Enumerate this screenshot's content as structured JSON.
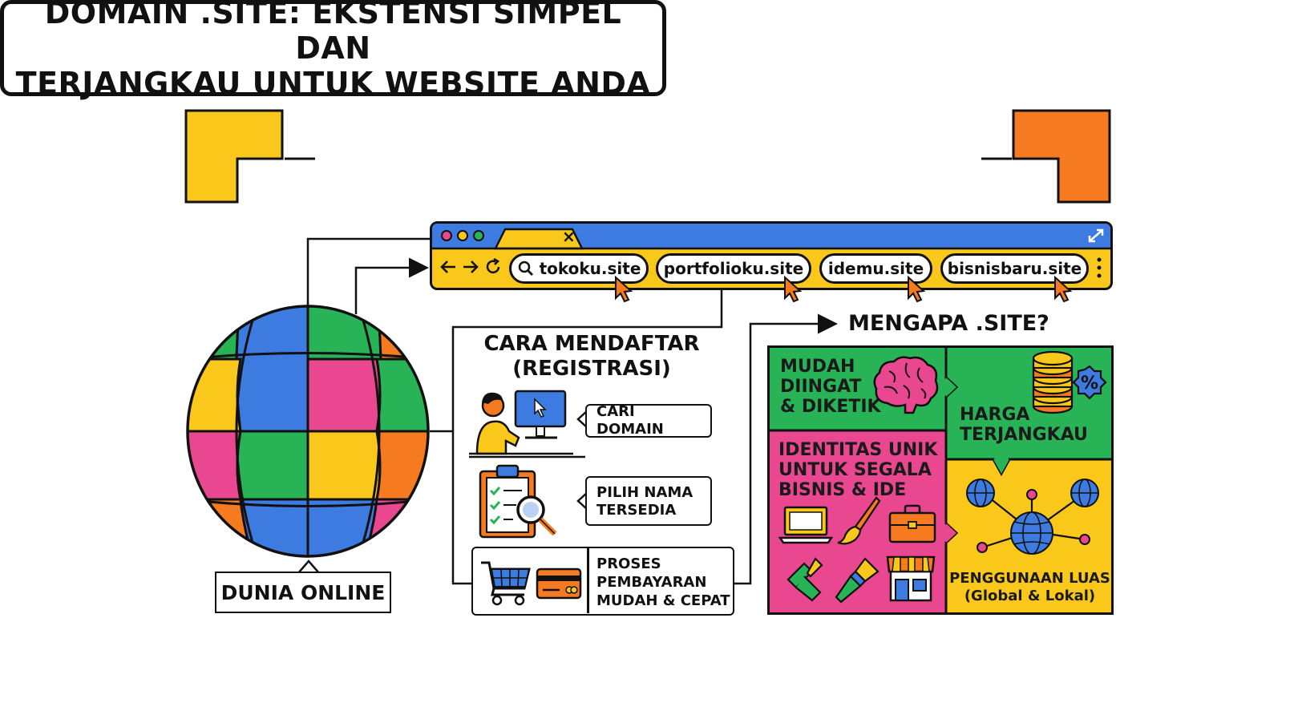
{
  "title": {
    "line1": "DOMAIN .SITE: EKSTENSI SIMPEL DAN",
    "line2": "TERJANGKAU UNTUK WEBSITE ANDA"
  },
  "browser": {
    "tab_close": "×",
    "chips": [
      "tokoku.site",
      "portfolioku.site",
      "idemu.site",
      "bisnisbaru.site"
    ]
  },
  "globe": {
    "label": "DUNIA ONLINE"
  },
  "registration": {
    "title_line1": "CARA MENDAFTAR",
    "title_line2": "(REGISTRASI)",
    "step1": "CARI DOMAIN",
    "step2_line1": "PILIH NAMA",
    "step2_line2": "TERSEDIA",
    "step3_line1": "PROSES",
    "step3_line2": "PEMBAYARAN",
    "step3_line3": "MUDAH & CEPAT"
  },
  "why": {
    "heading": "MENGAPA .SITE?",
    "b1": [
      "MUDAH",
      "DIINGAT",
      "& DIKETIK"
    ],
    "b2": [
      "HARGA",
      "TERJANGKAU"
    ],
    "b3": [
      "IDENTITAS UNIK",
      "UNTUK SEGALA",
      "BISNIS & IDE"
    ],
    "b4": [
      "PENGGUNAAN LUAS",
      "(Global & Lokal)"
    ],
    "percent": "%"
  },
  "colors": {
    "yellow": "#F9C81B",
    "orange": "#F57A20",
    "blue": "#3D7BE0",
    "green": "#27B356",
    "pink": "#E9478F",
    "ink": "#111111"
  },
  "icons": [
    "search-icon",
    "back-arrow-icon",
    "forward-arrow-icon",
    "reload-icon",
    "cursor-icon",
    "expand-icon",
    "menu-dots-icon",
    "globe-icon",
    "person-computer-icon",
    "clipboard-magnifier-icon",
    "shopping-cart-icon",
    "credit-card-icon",
    "brain-icon",
    "coins-icon",
    "laptop-icon",
    "paintbrush-icon",
    "briefcase-icon",
    "shop-icon",
    "network-globe-icon"
  ]
}
